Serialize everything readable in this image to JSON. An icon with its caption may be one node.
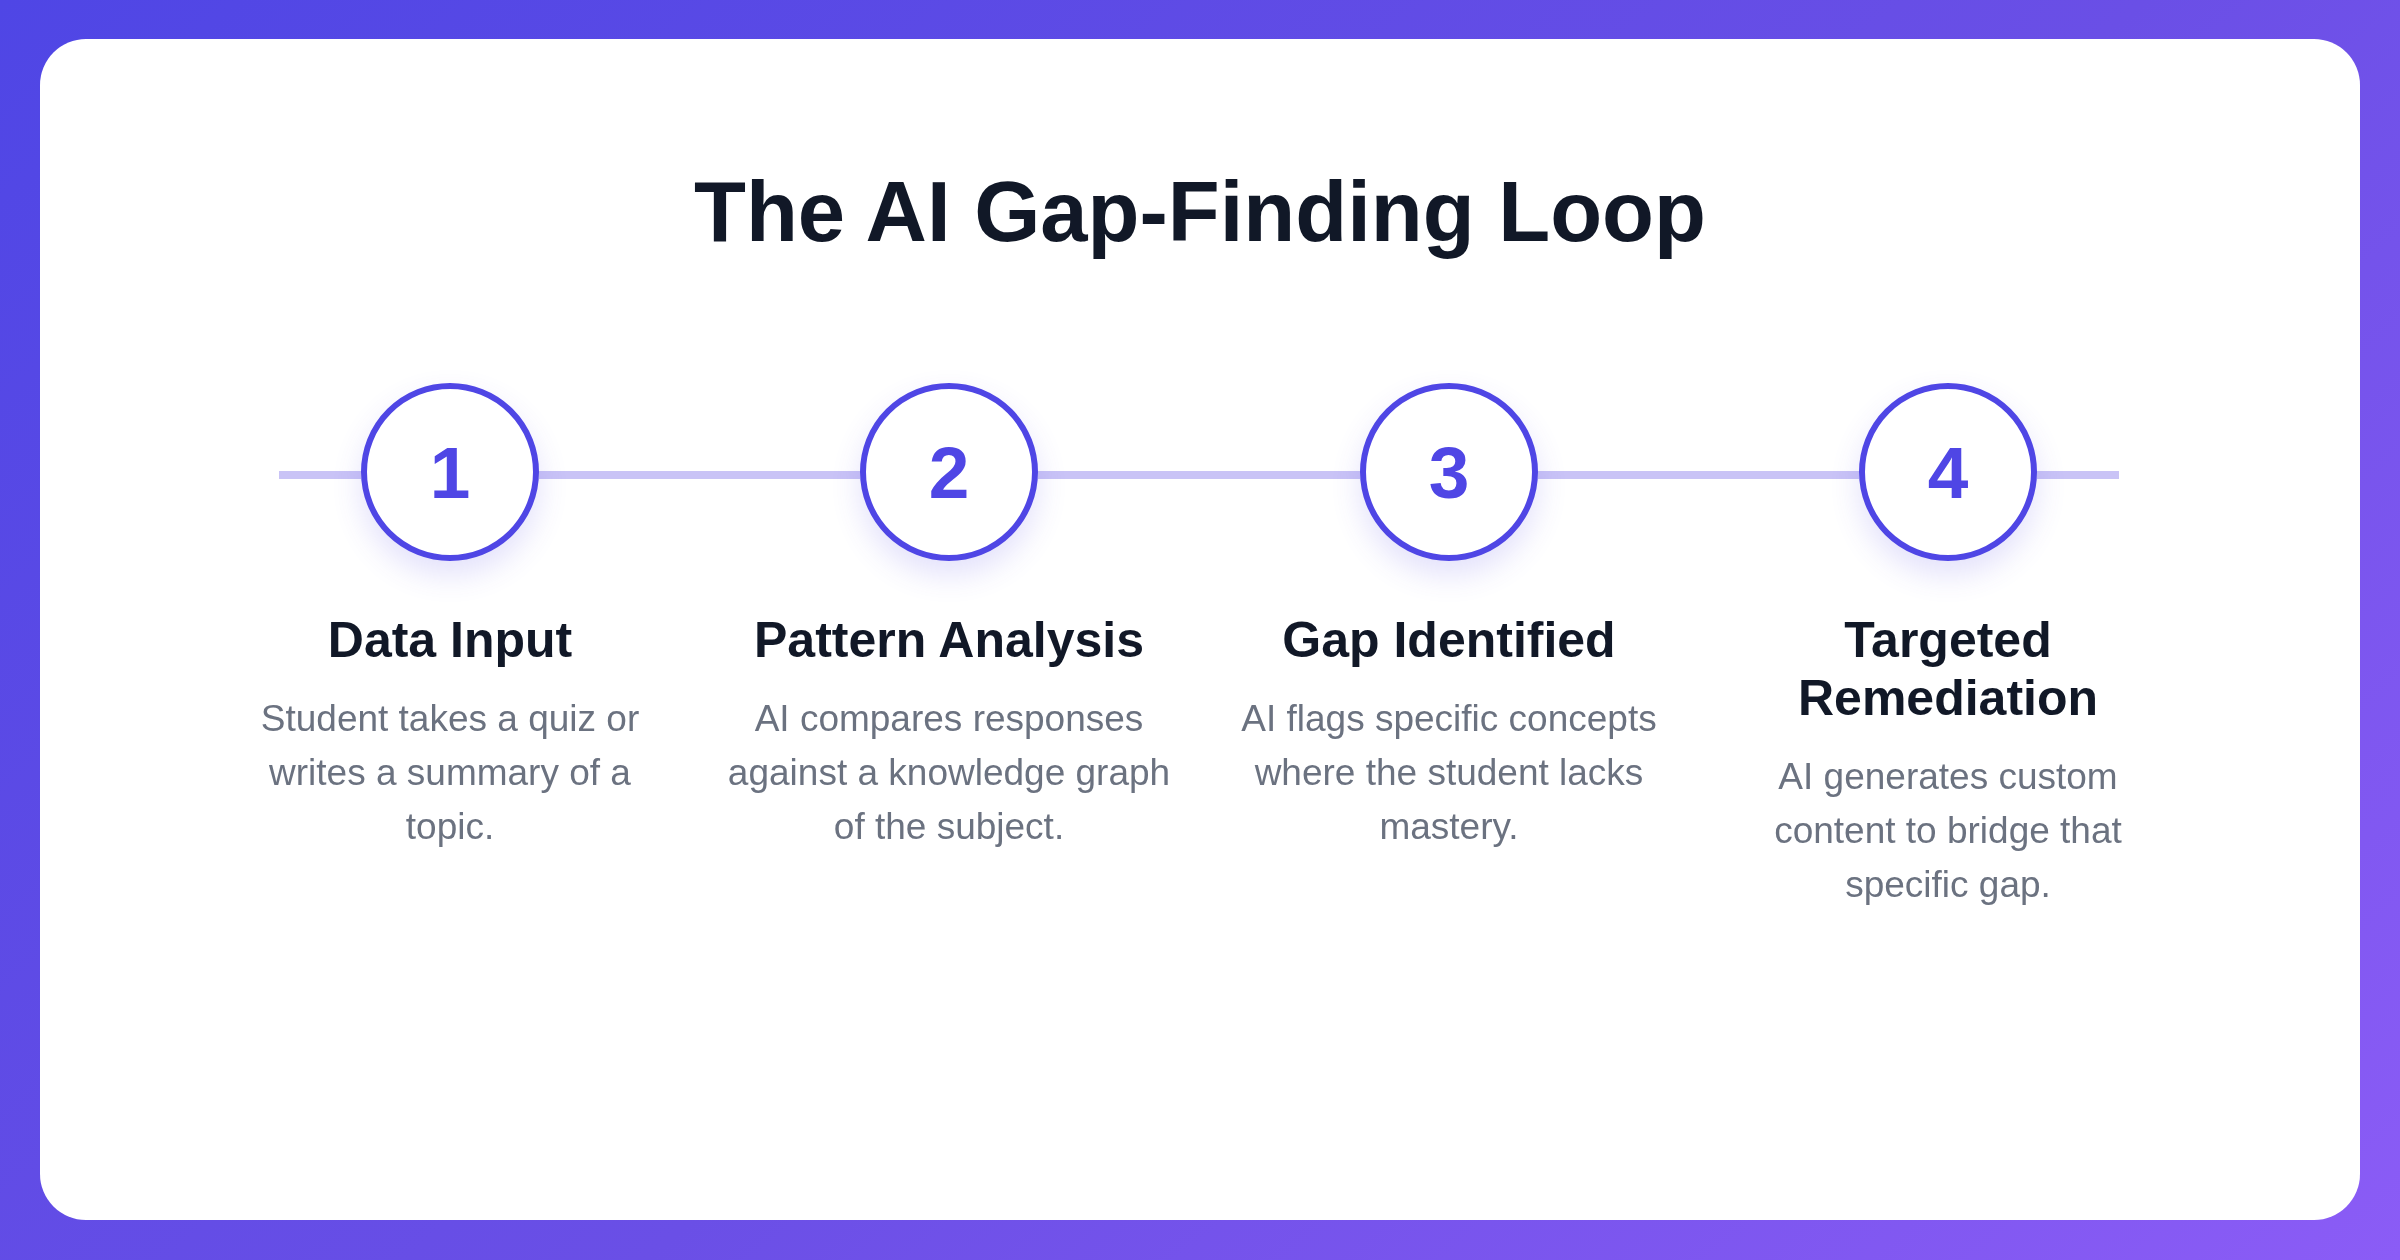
{
  "diagram": {
    "title": "The AI Gap-Finding Loop",
    "nodes": [
      {
        "text": [
          "1",
          "Data Input",
          "Student takes a quiz or writes a summary of a topic."
        ]
      },
      {
        "text": [
          "2",
          "Pattern Analysis",
          "AI compares responses against a knowledge graph of the subject."
        ]
      },
      {
        "text": [
          "3",
          "Gap Identified",
          "AI flags specific concepts where the student lacks mastery."
        ]
      },
      {
        "text": [
          "4",
          "Targeted Remediation",
          "AI generates custom content to bridge that specific gap."
        ]
      }
    ],
    "edges": [
      {
        "from": null,
        "to": 0,
        "arrow": "none"
      },
      {
        "from": 0,
        "to": 1,
        "arrow": "none"
      },
      {
        "from": 1,
        "to": 2,
        "arrow": "none"
      },
      {
        "from": 2,
        "to": 3,
        "arrow": "none"
      },
      {
        "from": 3,
        "to": null,
        "arrow": "none"
      }
    ]
  }
}
